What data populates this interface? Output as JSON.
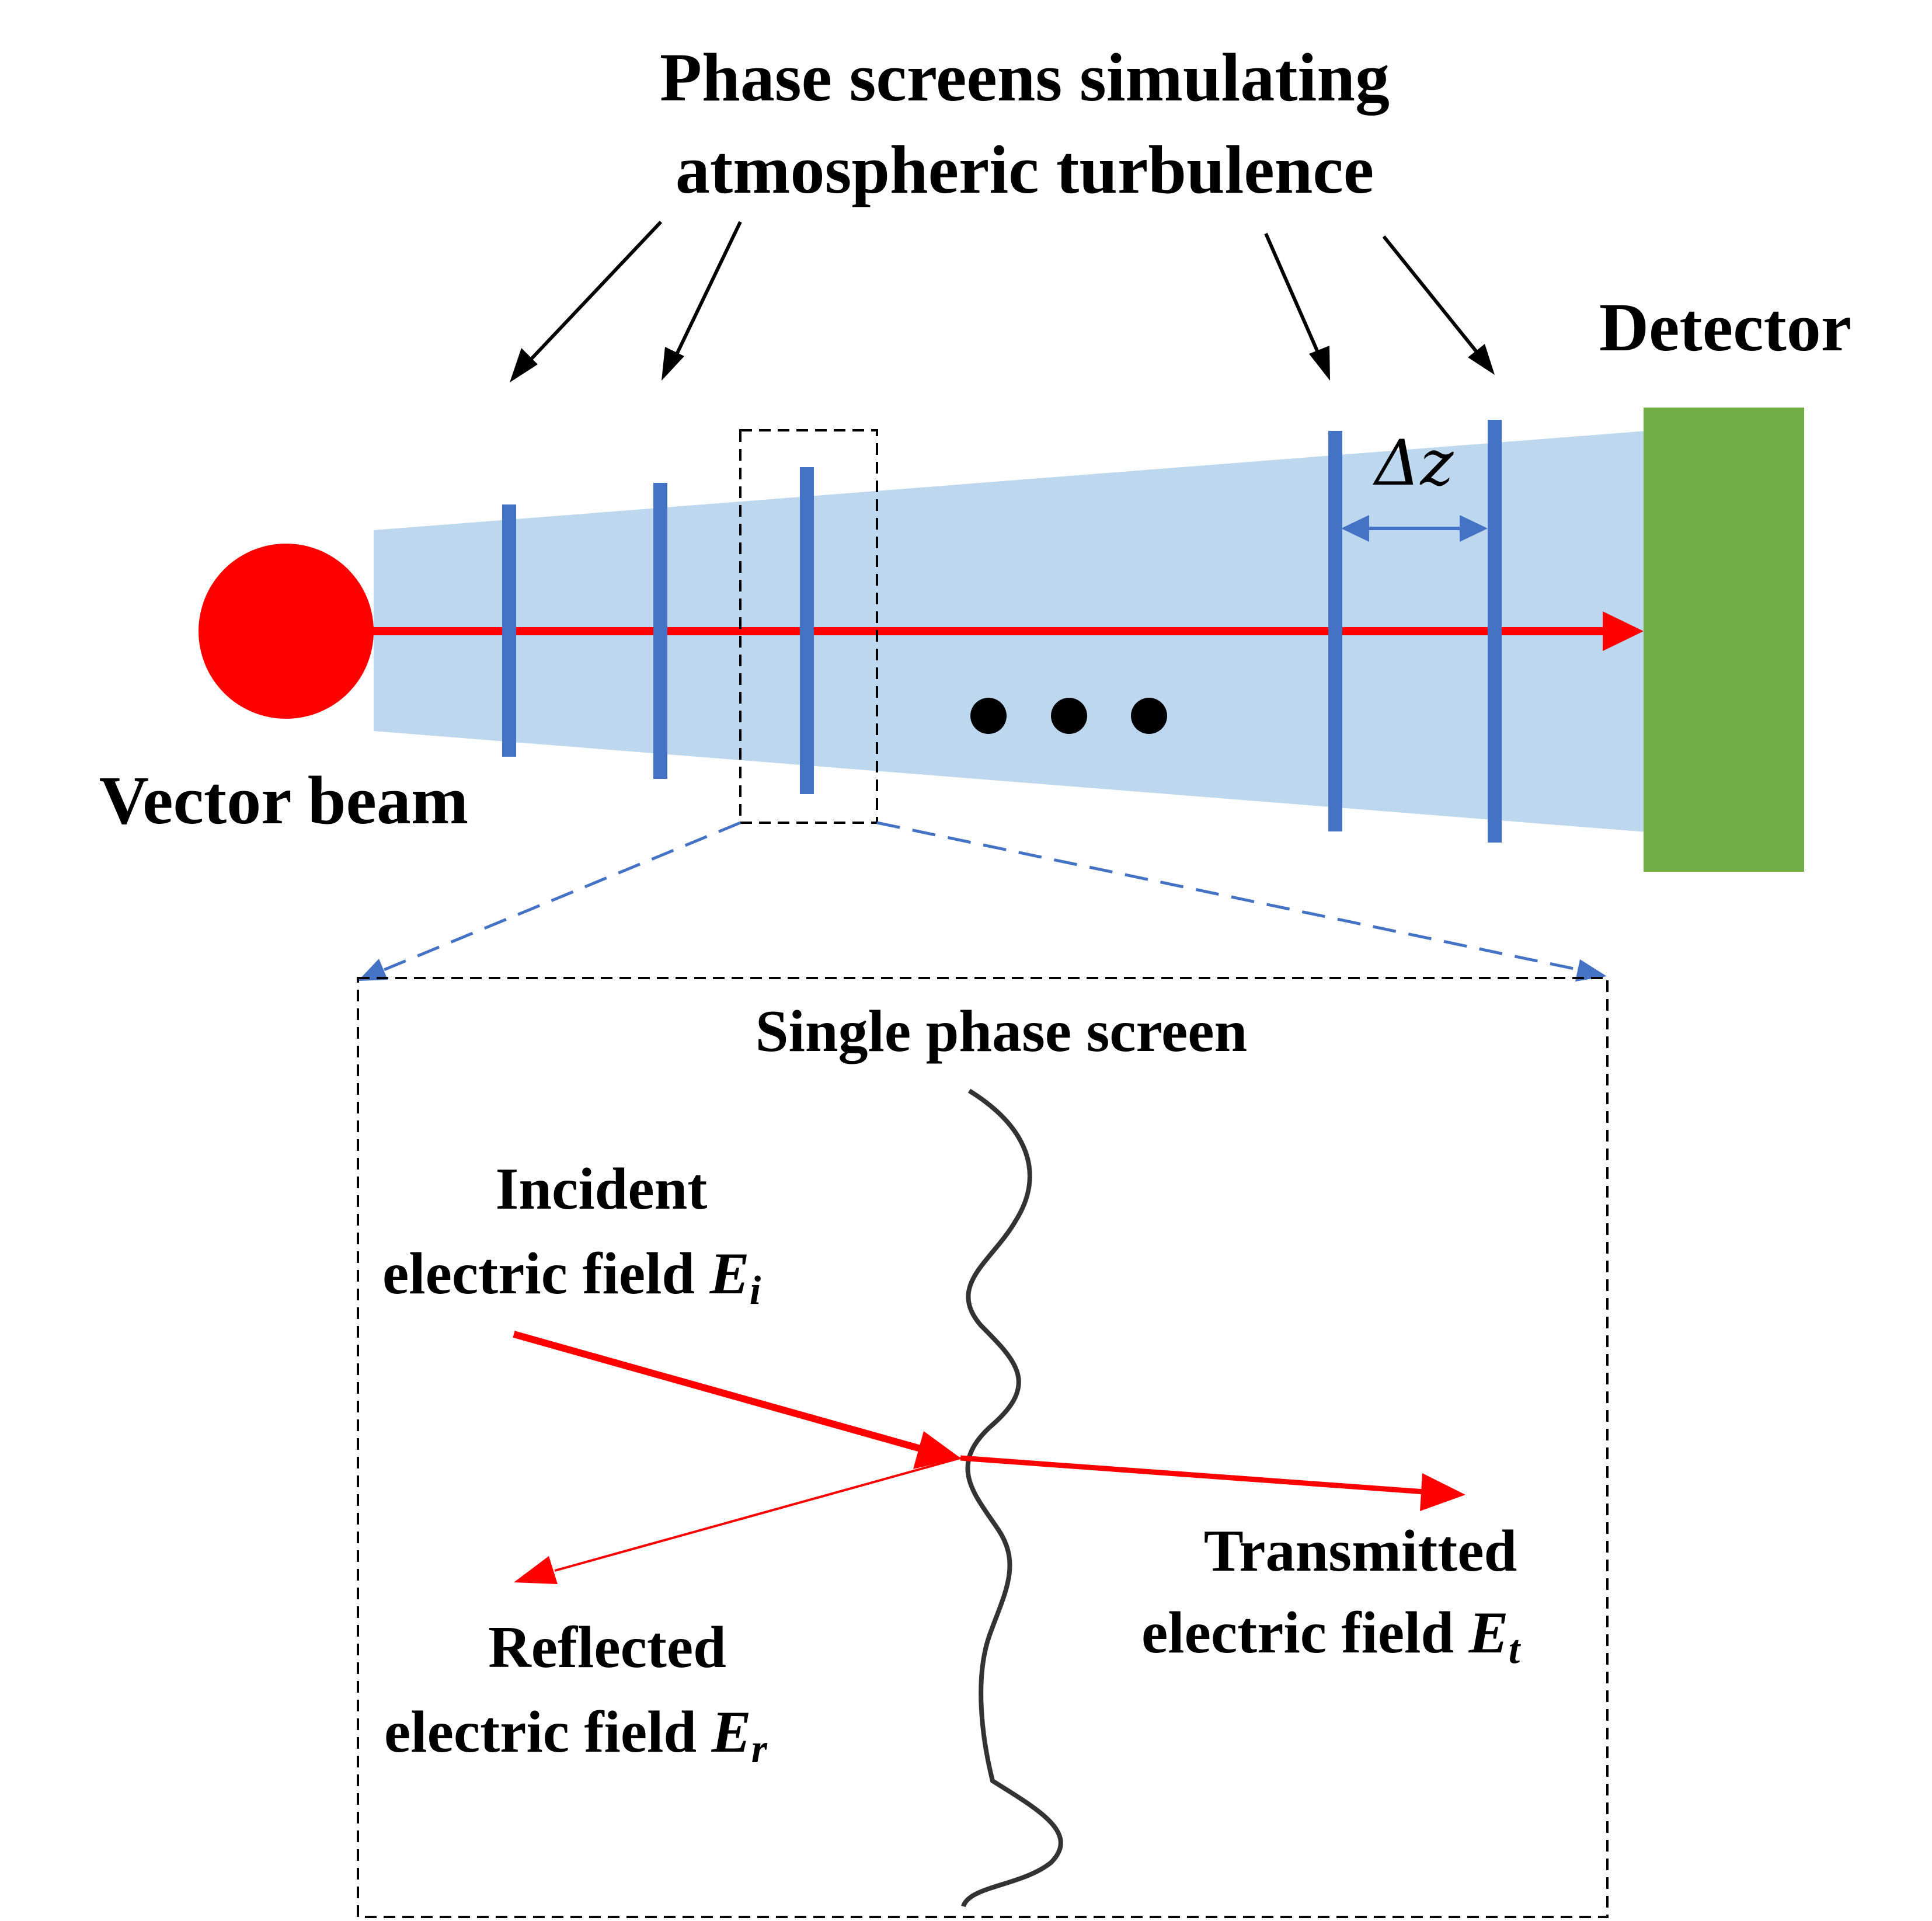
{
  "labels": {
    "title_line1": "Phase screens simulating",
    "title_line2": "atmospheric turbulence",
    "detector": "Detector",
    "vector_beam": "Vector beam",
    "delta_z": "Δz",
    "ellipsis": "• • •",
    "inset_title": "Single phase screen",
    "incident_line1": "Incident",
    "incident_prefix": "electric field ",
    "incident_symbol": "E",
    "incident_sub": "i",
    "reflected_line1": "Reflected",
    "reflected_prefix": "electric field ",
    "reflected_symbol": "E",
    "reflected_sub": "r",
    "transmitted_line1": "Transmitted",
    "transmitted_prefix": "electric field ",
    "transmitted_symbol": "E",
    "transmitted_sub": "t"
  },
  "colors": {
    "beam_cone": "#bdd7ee",
    "phase_screen": "#4472c4",
    "source": "#ff0000",
    "ray": "#ff0000",
    "detector": "#70ad47",
    "zoom_lines": "#4472c4",
    "text": "#000000"
  },
  "icons": {
    "source": "red-circle",
    "detector": "green-rectangle",
    "ellipsis": "three-dots"
  }
}
